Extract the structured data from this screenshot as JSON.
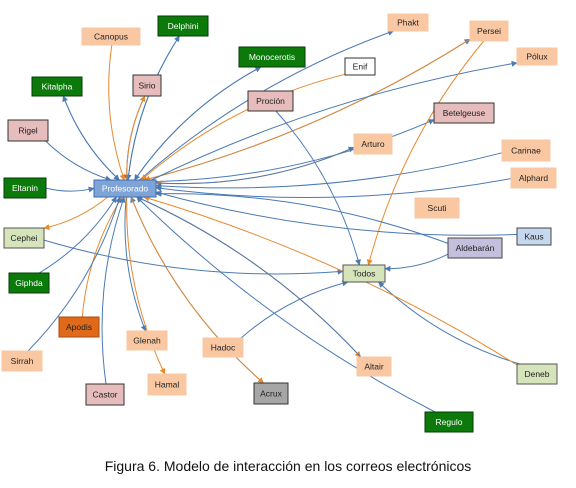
{
  "caption": "Figura 6. Modelo de interacción en los correos electrónicos",
  "colors": {
    "green": "#0b7a0b",
    "peach": "#f9c7a2",
    "pink": "#e7bcbc",
    "light_green": "#d6e4bc",
    "orange": "#e06a1a",
    "gray": "#a6a6a6",
    "lavender": "#c4bfdc",
    "light_blue": "#c6d8ef",
    "blue": "#7ea3d6",
    "blue_edge": "#4a7ab5",
    "orange_edge": "#e8892e"
  },
  "nodes": [
    {
      "id": "profesorado",
      "label": "Profesorado",
      "style": "blue"
    },
    {
      "id": "todos",
      "label": "Todos",
      "style": "light_green"
    },
    {
      "id": "delphini",
      "label": "Delphini",
      "style": "green"
    },
    {
      "id": "canopus",
      "label": "Canopus",
      "style": "peach"
    },
    {
      "id": "phakt",
      "label": "Phakt",
      "style": "peach"
    },
    {
      "id": "persei",
      "label": "Persei",
      "style": "peach"
    },
    {
      "id": "kitalpha",
      "label": "Kitalpha",
      "style": "green"
    },
    {
      "id": "sirio",
      "label": "Sirio",
      "style": "pink"
    },
    {
      "id": "monoceros",
      "label": "Monocerotis",
      "style": "green"
    },
    {
      "id": "enif",
      "label": "Enif",
      "style": "white"
    },
    {
      "id": "polux",
      "label": "Pólux",
      "style": "peach"
    },
    {
      "id": "rigel",
      "label": "Rigel",
      "style": "pink"
    },
    {
      "id": "procion",
      "label": "Proción",
      "style": "pink"
    },
    {
      "id": "betelgeuse",
      "label": "Betelgeuse",
      "style": "pink"
    },
    {
      "id": "arturo",
      "label": "Arturo",
      "style": "peach"
    },
    {
      "id": "carinae",
      "label": "Carinae",
      "style": "peach"
    },
    {
      "id": "eltanin",
      "label": "Eltanin",
      "style": "green"
    },
    {
      "id": "alphard",
      "label": "Alphard",
      "style": "peach"
    },
    {
      "id": "scuti",
      "label": "Scuti",
      "style": "peach"
    },
    {
      "id": "cephei",
      "label": "Cephei",
      "style": "light_green"
    },
    {
      "id": "kaus",
      "label": "Kaus",
      "style": "light_blue"
    },
    {
      "id": "aldebaran",
      "label": "Aldebarán",
      "style": "lavender"
    },
    {
      "id": "giphda",
      "label": "Giphda",
      "style": "green"
    },
    {
      "id": "apodis",
      "label": "Apodis",
      "style": "orange"
    },
    {
      "id": "glenah",
      "label": "Glenah",
      "style": "peach"
    },
    {
      "id": "hadoc",
      "label": "Hadoc",
      "style": "peach"
    },
    {
      "id": "sirrah",
      "label": "Sirrah",
      "style": "peach"
    },
    {
      "id": "altair",
      "label": "Altair",
      "style": "peach"
    },
    {
      "id": "deneb",
      "label": "Deneb",
      "style": "light_green"
    },
    {
      "id": "castor",
      "label": "Castor",
      "style": "pink"
    },
    {
      "id": "hamal",
      "label": "Hamal",
      "style": "peach"
    },
    {
      "id": "acrux",
      "label": "Acrux",
      "style": "gray"
    },
    {
      "id": "regulo",
      "label": "Regulo",
      "style": "green"
    }
  ],
  "edges": [
    {
      "from": "delphini",
      "to": "profesorado",
      "color": "blue"
    },
    {
      "from": "profesorado",
      "to": "delphini",
      "color": "blue"
    },
    {
      "from": "canopus",
      "to": "profesorado",
      "color": "orange"
    },
    {
      "from": "profesorado",
      "to": "phakt",
      "color": "blue"
    },
    {
      "from": "profesorado",
      "to": "persei",
      "color": "blue"
    },
    {
      "from": "persei",
      "to": "profesorado",
      "color": "orange"
    },
    {
      "from": "kitalpha",
      "to": "profesorado",
      "color": "blue"
    },
    {
      "from": "profesorado",
      "to": "kitalpha",
      "color": "blue"
    },
    {
      "from": "sirio",
      "to": "profesorado",
      "color": "blue"
    },
    {
      "from": "profesorado",
      "to": "sirio",
      "color": "orange"
    },
    {
      "from": "monoceros",
      "to": "profesorado",
      "color": "blue"
    },
    {
      "from": "profesorado",
      "to": "monoceros",
      "color": "blue"
    },
    {
      "from": "enif",
      "to": "profesorado",
      "color": "orange"
    },
    {
      "from": "profesorado",
      "to": "polux",
      "color": "blue"
    },
    {
      "from": "rigel",
      "to": "profesorado",
      "color": "blue"
    },
    {
      "from": "procion",
      "to": "todos",
      "color": "blue"
    },
    {
      "from": "profesorado",
      "to": "betelgeuse",
      "color": "blue"
    },
    {
      "from": "arturo",
      "to": "profesorado",
      "color": "orange"
    },
    {
      "from": "profesorado",
      "to": "arturo",
      "color": "blue"
    },
    {
      "from": "carinae",
      "to": "profesorado",
      "color": "blue"
    },
    {
      "from": "eltanin",
      "to": "profesorado",
      "color": "blue"
    },
    {
      "from": "alphard",
      "to": "profesorado",
      "color": "blue"
    },
    {
      "from": "persei",
      "to": "todos",
      "color": "orange"
    },
    {
      "from": "profesorado",
      "to": "cephei",
      "color": "orange"
    },
    {
      "from": "cephei",
      "to": "todos",
      "color": "blue"
    },
    {
      "from": "kaus",
      "to": "profesorado",
      "color": "blue"
    },
    {
      "from": "aldebaran",
      "to": "profesorado",
      "color": "blue"
    },
    {
      "from": "aldebaran",
      "to": "todos",
      "color": "blue"
    },
    {
      "from": "giphda",
      "to": "profesorado",
      "color": "blue"
    },
    {
      "from": "apodis",
      "to": "profesorado",
      "color": "orange"
    },
    {
      "from": "profesorado",
      "to": "glenah",
      "color": "blue"
    },
    {
      "from": "hadoc",
      "to": "todos",
      "color": "blue"
    },
    {
      "from": "sirrah",
      "to": "profesorado",
      "color": "blue"
    },
    {
      "from": "profesorado",
      "to": "altair",
      "color": "orange"
    },
    {
      "from": "altair",
      "to": "profesorado",
      "color": "blue"
    },
    {
      "from": "deneb",
      "to": "todos",
      "color": "blue"
    },
    {
      "from": "deneb",
      "to": "profesorado",
      "color": "orange"
    },
    {
      "from": "castor",
      "to": "profesorado",
      "color": "blue"
    },
    {
      "from": "profesorado",
      "to": "hamal",
      "color": "orange"
    },
    {
      "from": "acrux",
      "to": "profesorado",
      "color": "blue"
    },
    {
      "from": "profesorado",
      "to": "acrux",
      "color": "orange"
    },
    {
      "from": "regulo",
      "to": "profesorado",
      "color": "blue"
    }
  ]
}
